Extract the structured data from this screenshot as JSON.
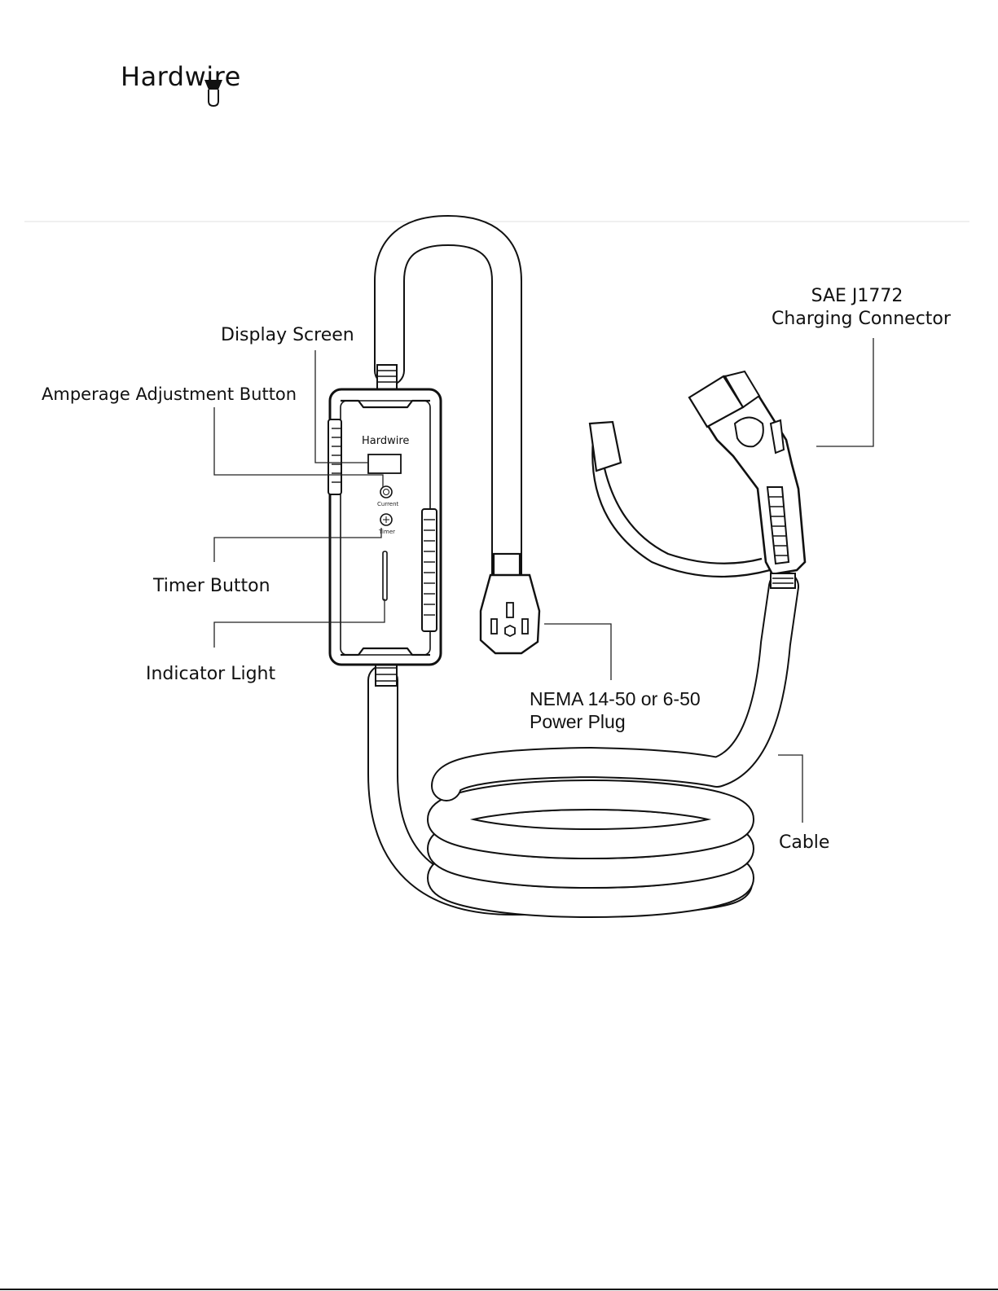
{
  "logo": {
    "text": "Hardwire"
  },
  "unit": {
    "logo_text": "Hardwire",
    "current_label": "Current",
    "timer_label": "Timer"
  },
  "labels": {
    "display_screen": "Display Screen",
    "amperage_button": "Amperage Adjustment Button",
    "timer_button": "Timer Button",
    "indicator_light": "Indicator Light",
    "connector_line1": "SAE J1772",
    "connector_line2": "Charging Connector",
    "plug_line1": "NEMA 14-50 or 6-50",
    "plug_line2": "Power Plug",
    "cable": "Cable"
  },
  "icons": [
    "hardwire-logo-plug-icon",
    "current-button-icon",
    "timer-button-icon"
  ]
}
